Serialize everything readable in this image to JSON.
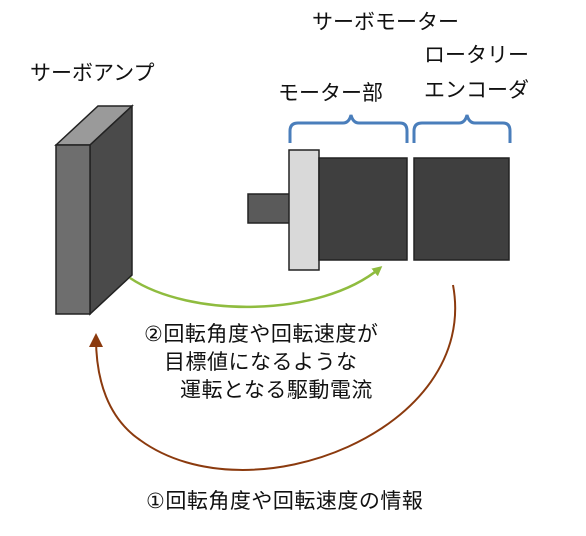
{
  "labels": {
    "servo_amp": "サーボアンプ",
    "servo_motor": "サーボモーター",
    "motor_part": "モーター部",
    "rotary_encoder_line1": "ロータリー",
    "rotary_encoder_line2": "エンコーダ"
  },
  "annotations": {
    "command": [
      "②回転角度や回転速度が",
      "目標値になるような",
      "運転となる駆動電流"
    ],
    "feedback": "①回転角度や回転速度の情報"
  },
  "colors": {
    "amp_front": "#6e6e6e",
    "amp_side": "#4a4a4a",
    "amp_top": "#9a9a9a",
    "motor_body": "#3f3f3f",
    "flange": "#d9d9d9",
    "shaft": "#5a5a5a",
    "bracket": "#4a7ebb",
    "command_arrow": "#8fbc3f",
    "feedback_arrow": "#8b3a0e"
  }
}
